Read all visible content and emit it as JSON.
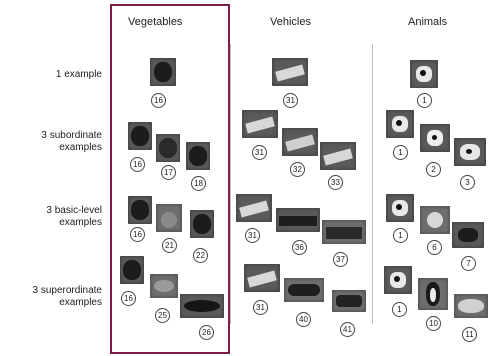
{
  "columns": [
    {
      "key": "vegetables",
      "title": "Vegetables"
    },
    {
      "key": "vehicles",
      "title": "Vehicles"
    },
    {
      "key": "animals",
      "title": "Animals"
    }
  ],
  "rows": [
    {
      "key": "one",
      "label": "1 example"
    },
    {
      "key": "subordinate",
      "label": "3 subordinate\nexamples"
    },
    {
      "key": "basic",
      "label": "3 basic-level\nexamples"
    },
    {
      "key": "superordinate",
      "label": "3 superordinate\nexamples"
    }
  ],
  "items": {
    "veg_one": "16",
    "veg_sub": [
      "16",
      "17",
      "18"
    ],
    "veg_basic": [
      "16",
      "21",
      "22"
    ],
    "veg_super": [
      "16",
      "25",
      "26"
    ],
    "veh_one": "31",
    "veh_sub": [
      "31",
      "32",
      "33"
    ],
    "veh_basic": [
      "31",
      "36",
      "37"
    ],
    "veh_super": [
      "31",
      "40",
      "41"
    ],
    "ani_one": "1",
    "ani_sub": [
      "1",
      "2",
      "3"
    ],
    "ani_basic": [
      "1",
      "6",
      "7"
    ],
    "ani_super": [
      "1",
      "10",
      "11"
    ]
  },
  "colors": {
    "highlight_border": "#7b1d4b",
    "divider": "#bfbfbf",
    "thumbnail": "#5a5a5a"
  },
  "icons": {
    "vegetable": "pepper-thumbnail",
    "vehicle": "truck-thumbnail",
    "animal": "dog-thumbnail"
  }
}
